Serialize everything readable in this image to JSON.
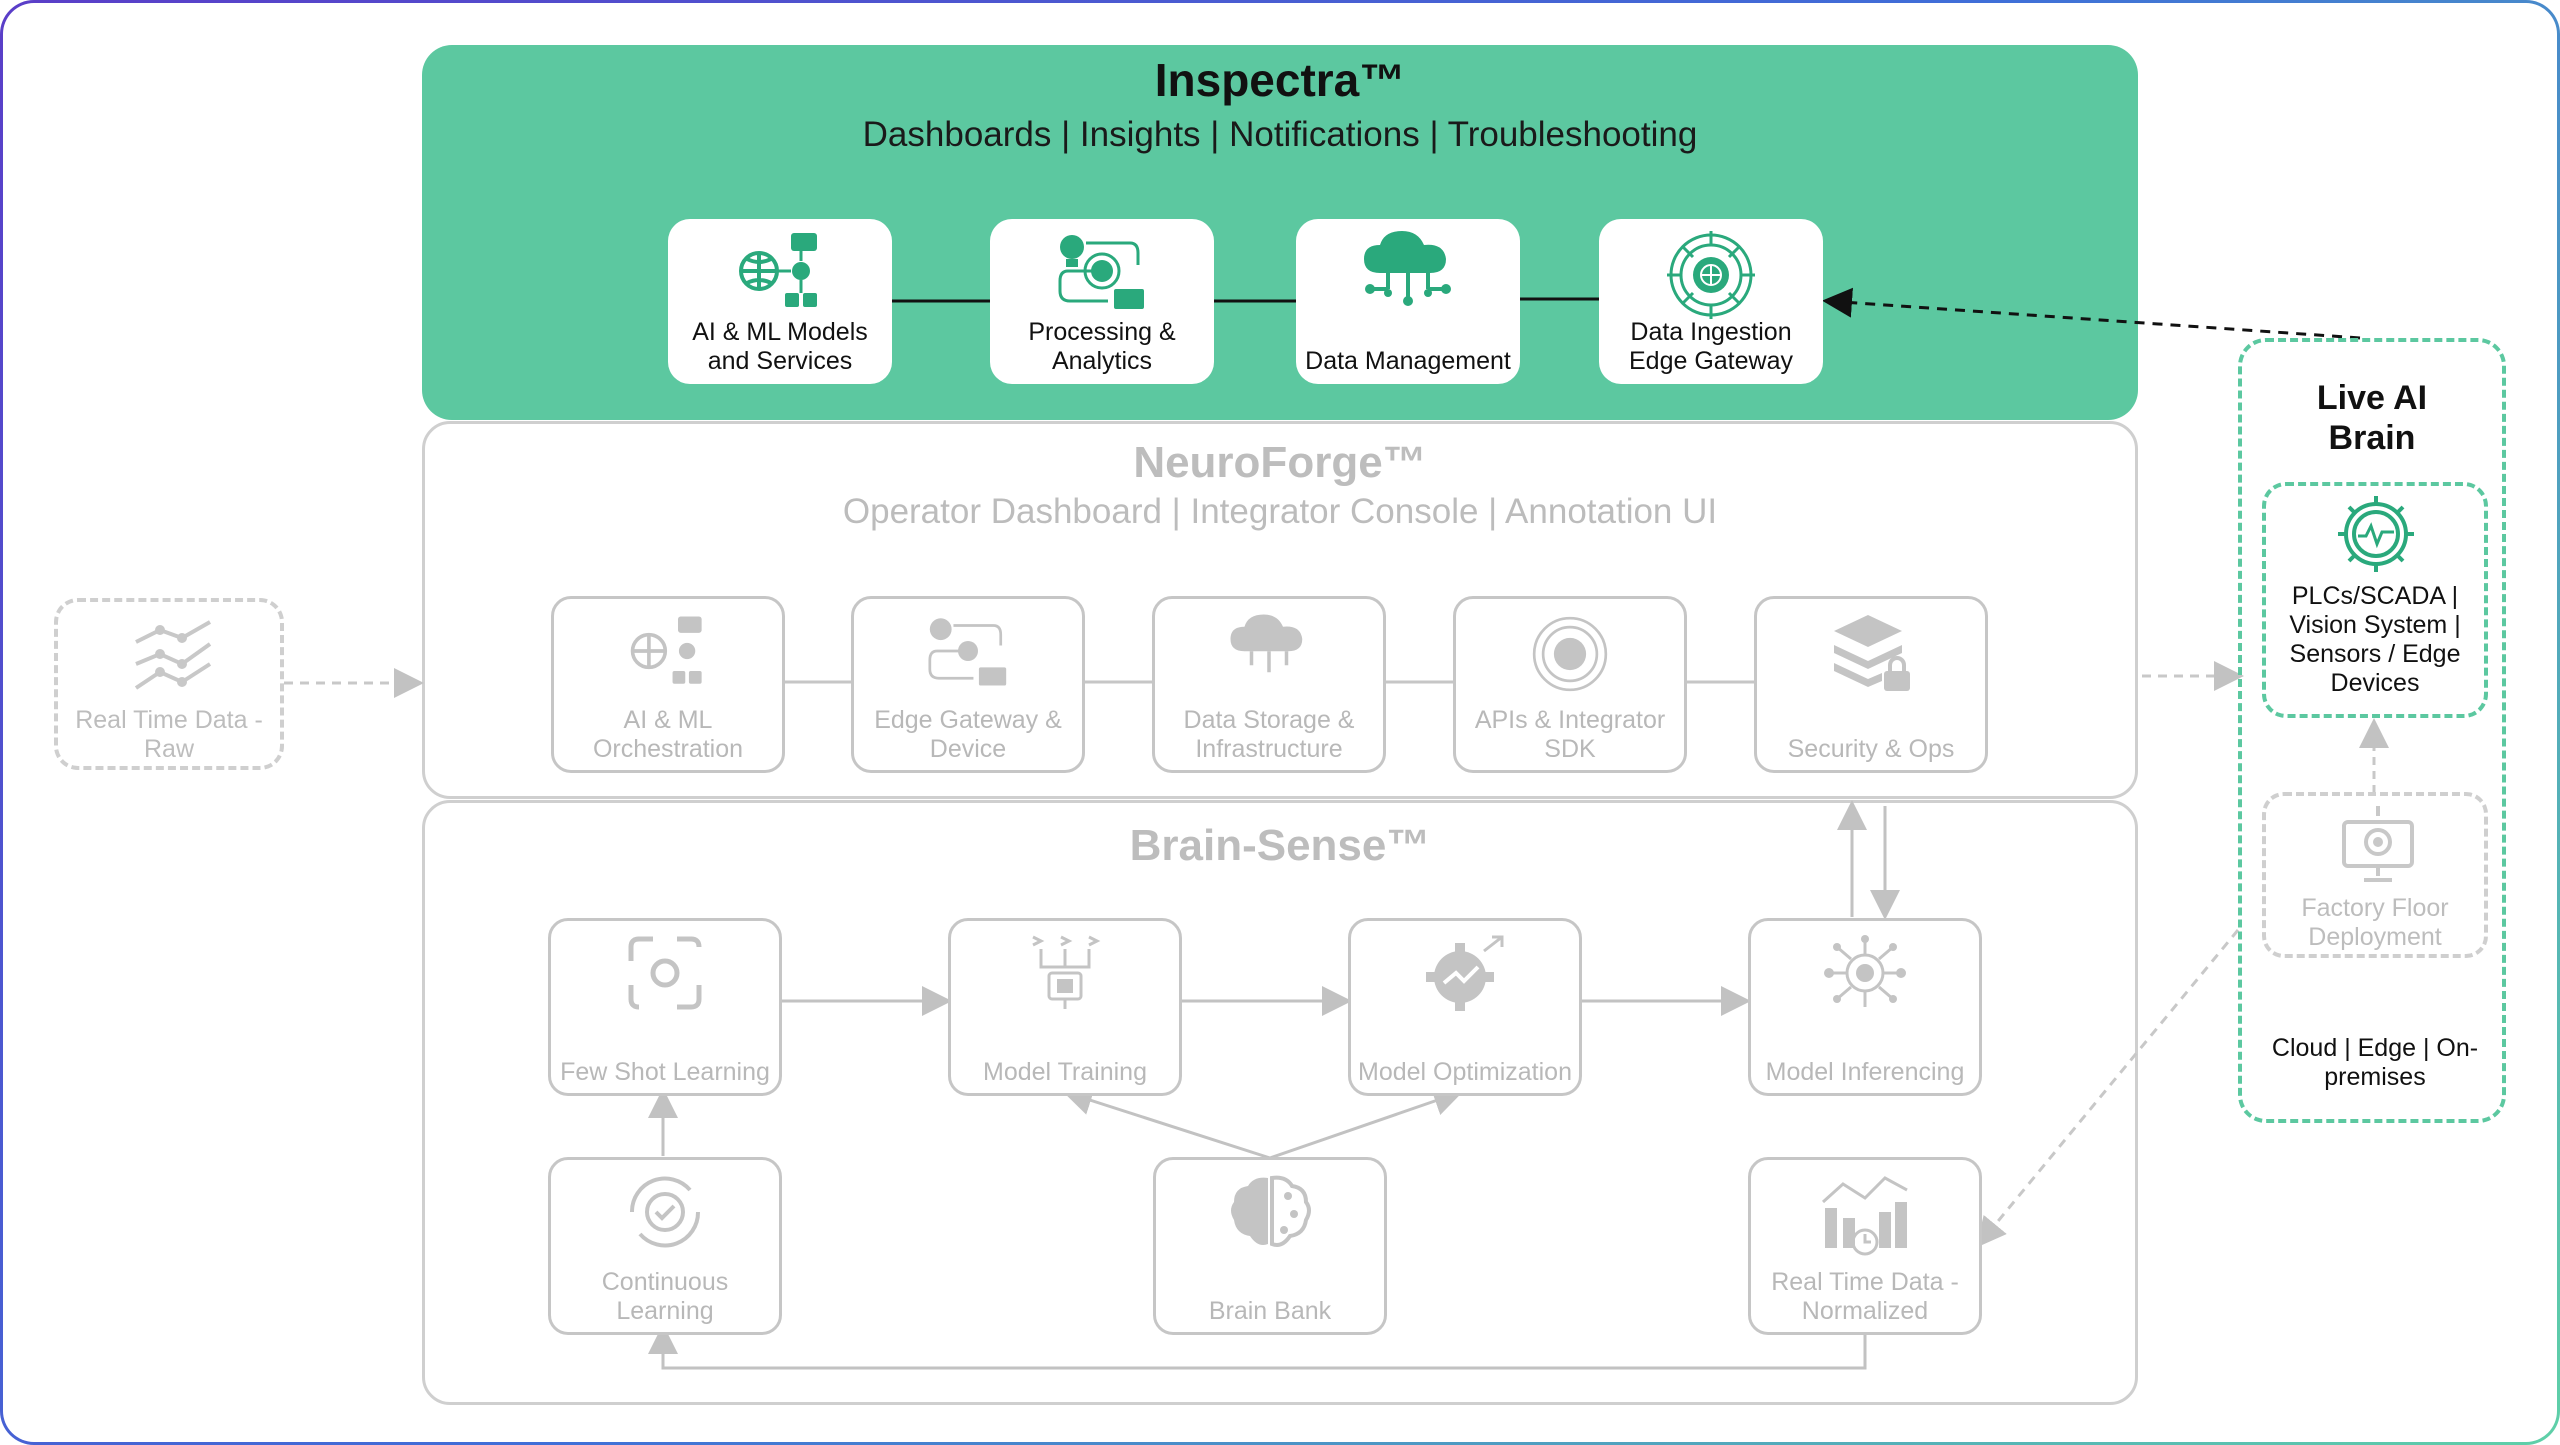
{
  "inspectra": {
    "title": "Inspectra™",
    "subtitle": "Dashboards | Insights | Notifications | Troubleshooting",
    "cards": [
      {
        "label": "AI & ML Models and Services",
        "icon": "ai-ml-models-icon"
      },
      {
        "label": "Processing & Analytics",
        "icon": "processing-analytics-icon"
      },
      {
        "label": "Data Management",
        "icon": "cloud-network-icon"
      },
      {
        "label": "Data Ingestion Edge Gateway",
        "icon": "gateway-globe-icon"
      }
    ]
  },
  "neuroforge": {
    "title": "NeuroForge™",
    "subtitle": "Operator Dashboard | Integrator Console | Annotation UI",
    "cards": [
      {
        "label": "AI & ML Orchestration",
        "icon": "ai-ml-orchestration-icon"
      },
      {
        "label": "Edge Gateway & Device",
        "icon": "edge-gateway-icon"
      },
      {
        "label": "Data Storage & Infrastructure",
        "icon": "cloud-network-icon"
      },
      {
        "label": "APIs & Integrator SDK",
        "icon": "api-globe-icon"
      },
      {
        "label": "Security & Ops",
        "icon": "layers-lock-icon"
      }
    ]
  },
  "brainsense": {
    "title": "Brain-Sense™",
    "cards": [
      {
        "label": "Few Shot Learning",
        "icon": "camera-focus-icon"
      },
      {
        "label": "Model Training",
        "icon": "chip-icon"
      },
      {
        "label": "Model Optimization",
        "icon": "gear-optimize-icon"
      },
      {
        "label": "Model Inferencing",
        "icon": "brain-circuit-icon"
      },
      {
        "label": "Continuous Learning",
        "icon": "gear-cycle-icon"
      },
      {
        "label": "Brain Bank",
        "icon": "brain-icon"
      },
      {
        "label": "Real Time Data - Normalized",
        "icon": "bar-chart-clock-icon"
      }
    ]
  },
  "raw_data": {
    "label": "Real Time Data - Raw",
    "icon": "line-chart-icon"
  },
  "live_brain": {
    "title": "Live AI Brain",
    "devices": "PLCs/SCADA | Vision System | Sensors / Edge Devices",
    "devices_icon": "gear-pulse-icon",
    "factory": "Factory Floor Deployment",
    "factory_icon": "monitor-gear-icon",
    "deploy": "Cloud | Edge | On-premises"
  },
  "colors": {
    "accent": "#5cc8a0",
    "gray_border": "#cfcfcf",
    "gray_text": "#b8b8b8",
    "dark_text": "#111111"
  }
}
